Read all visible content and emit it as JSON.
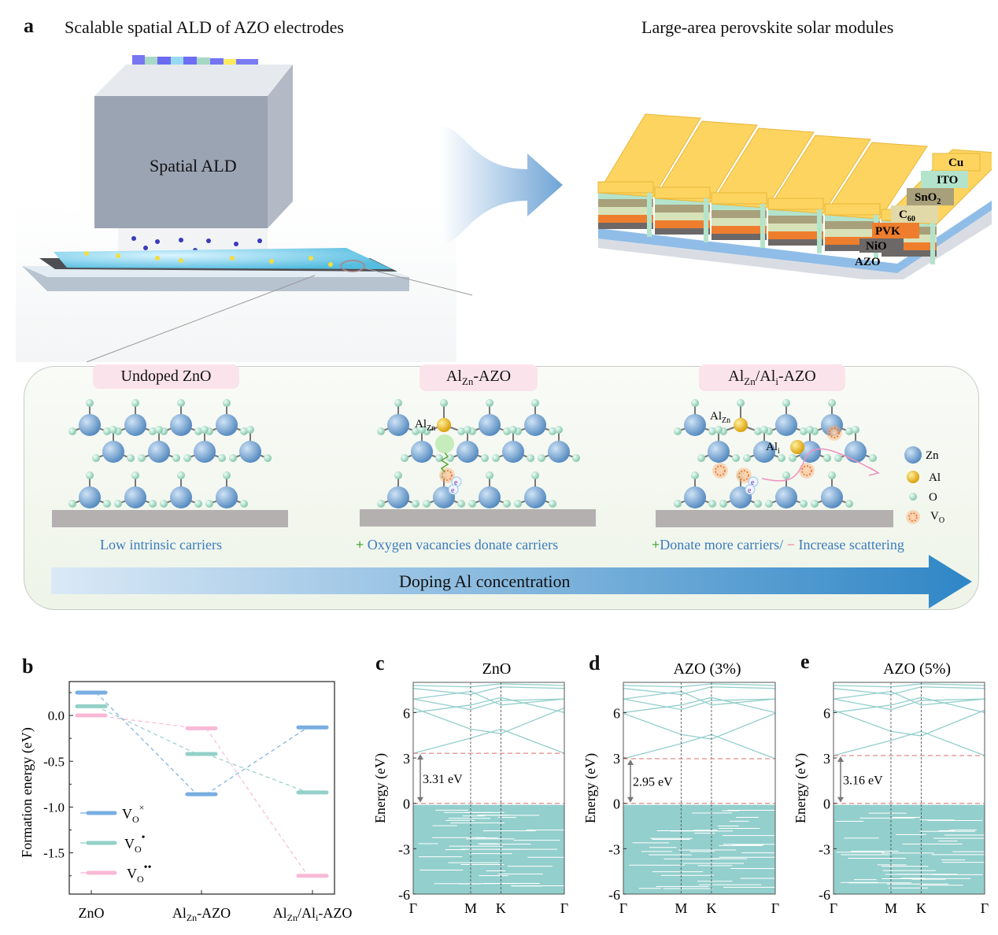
{
  "panel_a": {
    "letter": "a",
    "left_title": "Scalable spatial ALD of AZO electrodes",
    "right_title": "Large-area perovskite solar modules",
    "ald_label": "Spatial ALD",
    "module_layers": [
      "Cu",
      "ITO",
      "SnO2",
      "C60",
      "PVK",
      "NiO",
      "AZO"
    ],
    "module_layer_colors": {
      "Cu": "#fdd460",
      "ITO": "#b4e3cc",
      "SnO2": "#a8a07a",
      "C60": "#d8e2b8",
      "PVK": "#ee7e2e",
      "NiO": "#6d6868",
      "AZO": "#8fbde8"
    },
    "schemes": [
      {
        "title": "Undoped ZnO",
        "title_main": "Undoped ZnO",
        "caption": "Low intrinsic carriers",
        "caption_prefix": ""
      },
      {
        "title_main": "Al",
        "title_sub": "Zn",
        "title_rest": "-AZO",
        "caption": "Oxygen vacancies donate carriers",
        "caption_prefix": "+",
        "atom_label_main": "Al",
        "atom_label_sub": "Zn"
      },
      {
        "title_main": "Al",
        "title_sub": "Zn",
        "title_mid": "/Al",
        "title_sub2": "i",
        "title_rest": "-AZO",
        "caption_a": "Donate more carriers/",
        "caption_prefix_a": "+",
        "caption_prefix_b": "−",
        "caption_b": "Increase scattering",
        "atom_label_main": "Al",
        "atom_label_sub": "Zn",
        "atom_label2_main": "Al",
        "atom_label2_sub": "i"
      }
    ],
    "legend": [
      {
        "symbol": "Zn",
        "color": "#6aa0d4"
      },
      {
        "symbol": "Al",
        "color": "#f2b200"
      },
      {
        "symbol": "O",
        "color": "#a9dcc7"
      },
      {
        "symbol_main": "V",
        "symbol_sub": "O",
        "color": "#f0803c"
      }
    ],
    "electron_label": "e",
    "doping_arrow_label": "Doping Al concentration"
  },
  "chart_data": [
    {
      "panel": "b",
      "type": "line",
      "title": "",
      "xlabel": "",
      "ylabel": "Formation energy (eV)",
      "categories": [
        "ZnO",
        "AlZn-AZO",
        "AlZn/Ali-AZO"
      ],
      "category_labels": [
        {
          "main": "ZnO"
        },
        {
          "main": "Al",
          "sub": "Zn",
          "rest": "-AZO"
        },
        {
          "main": "Al",
          "sub": "Zn",
          "mid": "/Al",
          "sub2": "i",
          "rest": "-AZO"
        }
      ],
      "ylim": [
        -1.95,
        0.37
      ],
      "yticks": [
        0.0,
        -0.5,
        -1.0,
        -1.5
      ],
      "ytick_labels": [
        "0.0",
        "-0.5",
        "-1.0",
        "-1.5"
      ],
      "grid": false,
      "legend_position": "bottom-left",
      "series": [
        {
          "name": "VO×",
          "label_main": "V",
          "label_sub": "O",
          "label_sup": "×",
          "color": "#78aee0",
          "values": [
            0.25,
            -0.86,
            -0.13
          ]
        },
        {
          "name": "VO•",
          "label_main": "V",
          "label_sub": "O",
          "label_sup": "•",
          "color": "#93d0c8",
          "values": [
            0.1,
            -0.42,
            -0.84
          ]
        },
        {
          "name": "VO••",
          "label_main": "V",
          "label_sub": "O",
          "label_sup": "••",
          "color": "#f8b9d6",
          "values": [
            0.0,
            -0.14,
            -1.75
          ]
        }
      ]
    },
    {
      "panel": "c",
      "type": "line",
      "title": "ZnO",
      "ylabel": "Energy (eV)",
      "xticks": [
        "Γ",
        "M",
        "K",
        "Γ"
      ],
      "yticks": [
        -6,
        -3,
        0,
        3,
        6
      ],
      "ylim": [
        -6,
        8
      ],
      "band_gap_eV": 3.31,
      "band_gap_label": "3.31 eV",
      "vbm": 0,
      "cbm": 3.31,
      "band_color": "#93cfcc",
      "fermi_line_color": "#e08a8a"
    },
    {
      "panel": "d",
      "type": "line",
      "title": "AZO (3%)",
      "ylabel": "Energy (eV)",
      "xticks": [
        "Γ",
        "M",
        "K",
        "Γ"
      ],
      "yticks": [
        -6,
        -3,
        0,
        3,
        6
      ],
      "ylim": [
        -6,
        8
      ],
      "band_gap_eV": 2.95,
      "band_gap_label": "2.95 eV",
      "vbm": 0,
      "cbm": 2.95,
      "band_color": "#93cfcc",
      "fermi_line_color": "#e08a8a"
    },
    {
      "panel": "e",
      "type": "line",
      "title": "AZO (5%)",
      "ylabel": "Energy (eV)",
      "xticks": [
        "Γ",
        "M",
        "K",
        "Γ"
      ],
      "yticks": [
        -6,
        -3,
        0,
        3,
        6
      ],
      "ylim": [
        -6,
        8
      ],
      "band_gap_eV": 3.16,
      "band_gap_label": "3.16 eV",
      "vbm": 0,
      "cbm": 3.16,
      "band_color": "#93cfcc",
      "fermi_line_color": "#e08a8a"
    }
  ],
  "panel_b": {
    "letter": "b"
  },
  "panel_c": {
    "letter": "c"
  },
  "panel_d": {
    "letter": "d"
  },
  "panel_e": {
    "letter": "e"
  }
}
